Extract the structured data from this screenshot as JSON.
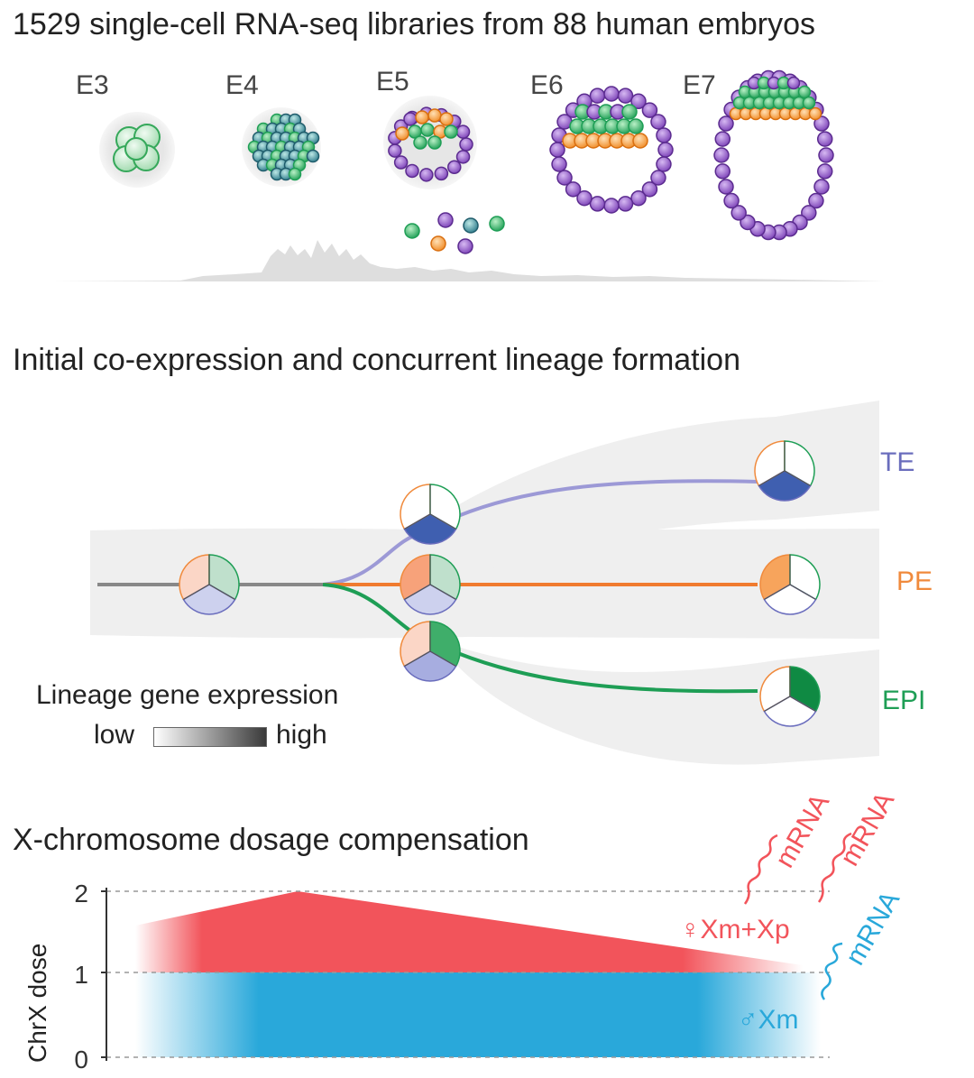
{
  "sections": {
    "stages_title": "1529 single-cell RNA-seq libraries from 88 human embryos",
    "lineage_title": "Initial co-expression and concurrent lineage formation",
    "dosage_title": "X-chromosome dosage compensation"
  },
  "stages": [
    "E3",
    "E4",
    "E5",
    "E6",
    "E7"
  ],
  "lineages": [
    {
      "label": "TE",
      "color": "#6a6dbd"
    },
    {
      "label": "PE",
      "color": "#f08a3c"
    },
    {
      "label": "EPI",
      "color": "#1e9e55"
    }
  ],
  "legend": {
    "title": "Lineage gene expression",
    "low": "low",
    "high": "high"
  },
  "dosage": {
    "ylabel": "ChrX  dose",
    "ticks": [
      "0",
      "1",
      "2"
    ],
    "female_label": "♀Xm+Xp",
    "male_label": "♂Xm",
    "mrna": [
      "mRNA",
      "mRNA",
      "mRNA"
    ]
  },
  "colors": {
    "te": "#3f5fb0",
    "te_light": "#9da6d8",
    "pe": "#f7a45c",
    "epi": "#1e9e55",
    "female": "#f2545b",
    "male": "#29a8da",
    "shade": "#efefef"
  }
}
